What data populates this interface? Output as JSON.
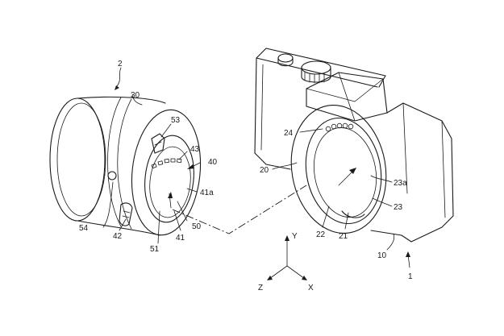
{
  "labels": {
    "lens_unit": "2",
    "camera_body": "1",
    "barrel": "30",
    "lever_top": "53",
    "contacts_lens": "43",
    "lens_mount": "40",
    "mount_ring": "41a",
    "button": "54",
    "lever_side": "42",
    "mount_flange": "41",
    "optical_axis_lens": "50",
    "bayonet": "51",
    "body_contacts": "24",
    "body_mount": "20",
    "mount_claw": "23a",
    "mount_face": "23",
    "mount_inner": "22",
    "release": "21",
    "housing": "10"
  },
  "axes": {
    "y": "Y",
    "z": "Z",
    "x": "X"
  }
}
